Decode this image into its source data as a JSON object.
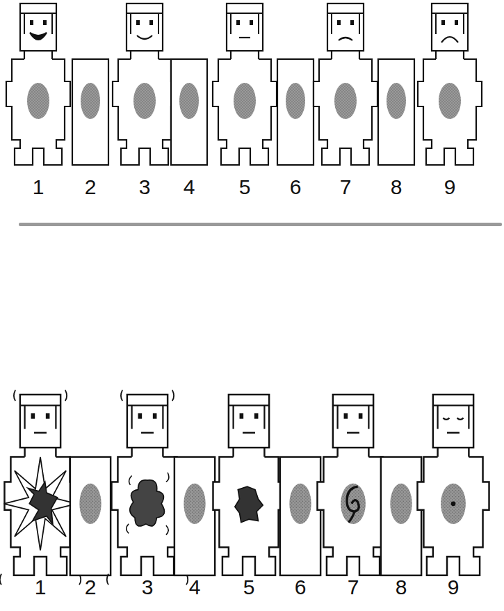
{
  "diagram": {
    "labels": [
      "1",
      "2",
      "3",
      "4",
      "5",
      "6",
      "7",
      "8",
      "9",
      "1",
      "2",
      "3",
      "4",
      "5",
      "6",
      "7",
      "8",
      "9"
    ]
  }
}
